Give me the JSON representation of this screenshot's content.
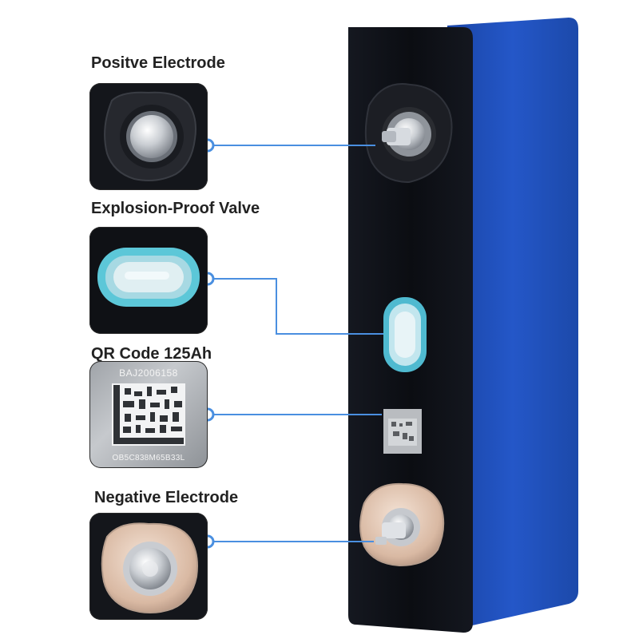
{
  "labels": {
    "positive": "Positve Electrode",
    "valve": "Explosion-Proof Valve",
    "qr": "QR Code 125Ah",
    "negative": "Negative Electrode"
  },
  "qr_text": {
    "top": "BAJ2006158",
    "bottom": "OB5C838M65B33L"
  },
  "colors": {
    "battery_blue": "#1f4fb8",
    "battery_face": "#0e1014",
    "connector": "#3f8fe0",
    "valve_cyan": "#6fd1dd"
  }
}
